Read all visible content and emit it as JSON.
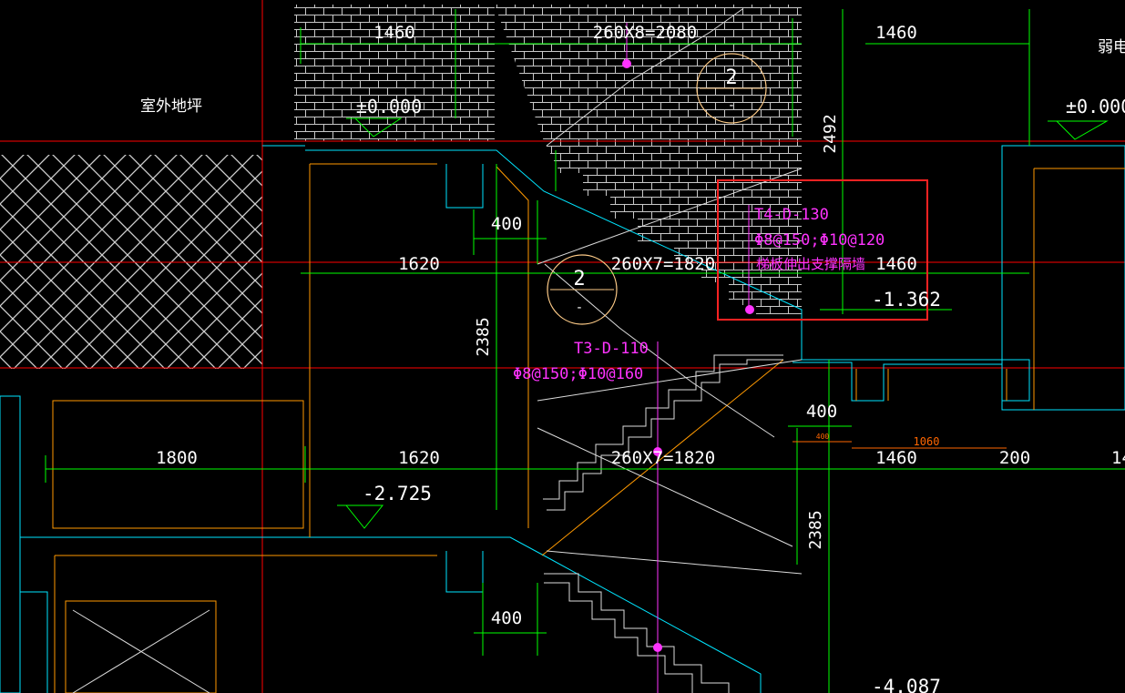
{
  "drawing": {
    "labels": {
      "outdoor_ground": "室外地坪",
      "weak_current": "弱电",
      "elev_zero_left": "±0.000",
      "elev_zero_right": "±0.000",
      "elev_mid": "-1.362",
      "elev_low": "-2.725",
      "elev_bottom": "-4.087"
    },
    "dimensions": {
      "top_left_1460": "1460",
      "top_right_1460": "1460",
      "stair_top": "260X8=2080",
      "height_2492": "2492",
      "dim_400_a": "400",
      "row1_1620": "1620",
      "stair_mid": "260X7=1820",
      "row1_1460": "1460",
      "height_2385_a": "2385",
      "dim_400_b": "400",
      "small_400": "400",
      "orange_1060": "1060",
      "row2_1800": "1800",
      "row2_1620": "1620",
      "stair_low": "260X7=1820",
      "row2_1460": "1460",
      "row2_200": "200",
      "row2_14": "14",
      "height_2385_b": "2385",
      "dim_400_c": "400"
    },
    "section_markers": [
      {
        "number": "2",
        "sub": "-"
      },
      {
        "number": "2",
        "sub": "-"
      }
    ],
    "annotations": {
      "t4_code": "T4-D-130",
      "t4_rebar": "Φ8@150;Φ10@120",
      "t4_note": "梯板伸出支撑隔墙",
      "t3_code": "T3-D-110",
      "t3_rebar": "Φ8@150;Φ10@160"
    },
    "colors": {
      "background": "#000000",
      "grid_red": "#ff0000",
      "dim_green": "#00ff00",
      "outline_cyan": "#00ffff",
      "structure_orange": "#ff9900",
      "annotation_magenta": "#ff33ff",
      "hatch_white": "#ffffff",
      "highlight_box": "#ff2222"
    }
  }
}
